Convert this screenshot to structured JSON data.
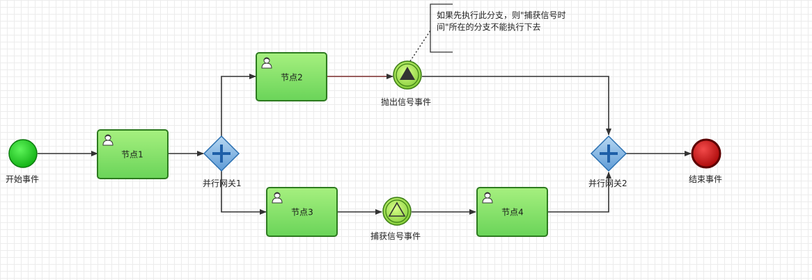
{
  "events": {
    "start": "开始事件",
    "end": "结束事件",
    "throw_signal": "抛出信号事件",
    "catch_signal": "捕获信号事件"
  },
  "tasks": {
    "node1": "节点1",
    "node2": "节点2",
    "node3": "节点3",
    "node4": "节点4"
  },
  "gateways": {
    "g1": "并行网关1",
    "g2": "并行网关2"
  },
  "annotation": "如果先执行此分支，则\"捕获信号时间\"所在的分支不能执行下去",
  "colors": {
    "start": "#21c21f",
    "end": "#d20f0f",
    "task_fill": "#8ae66a",
    "task_stroke": "#2d7a1f",
    "gateway_fill": "#7fb4e0",
    "gateway_stroke": "#2a6fb0",
    "signal_fill": "#9ae04a",
    "signal_stroke": "#3b7d14"
  }
}
